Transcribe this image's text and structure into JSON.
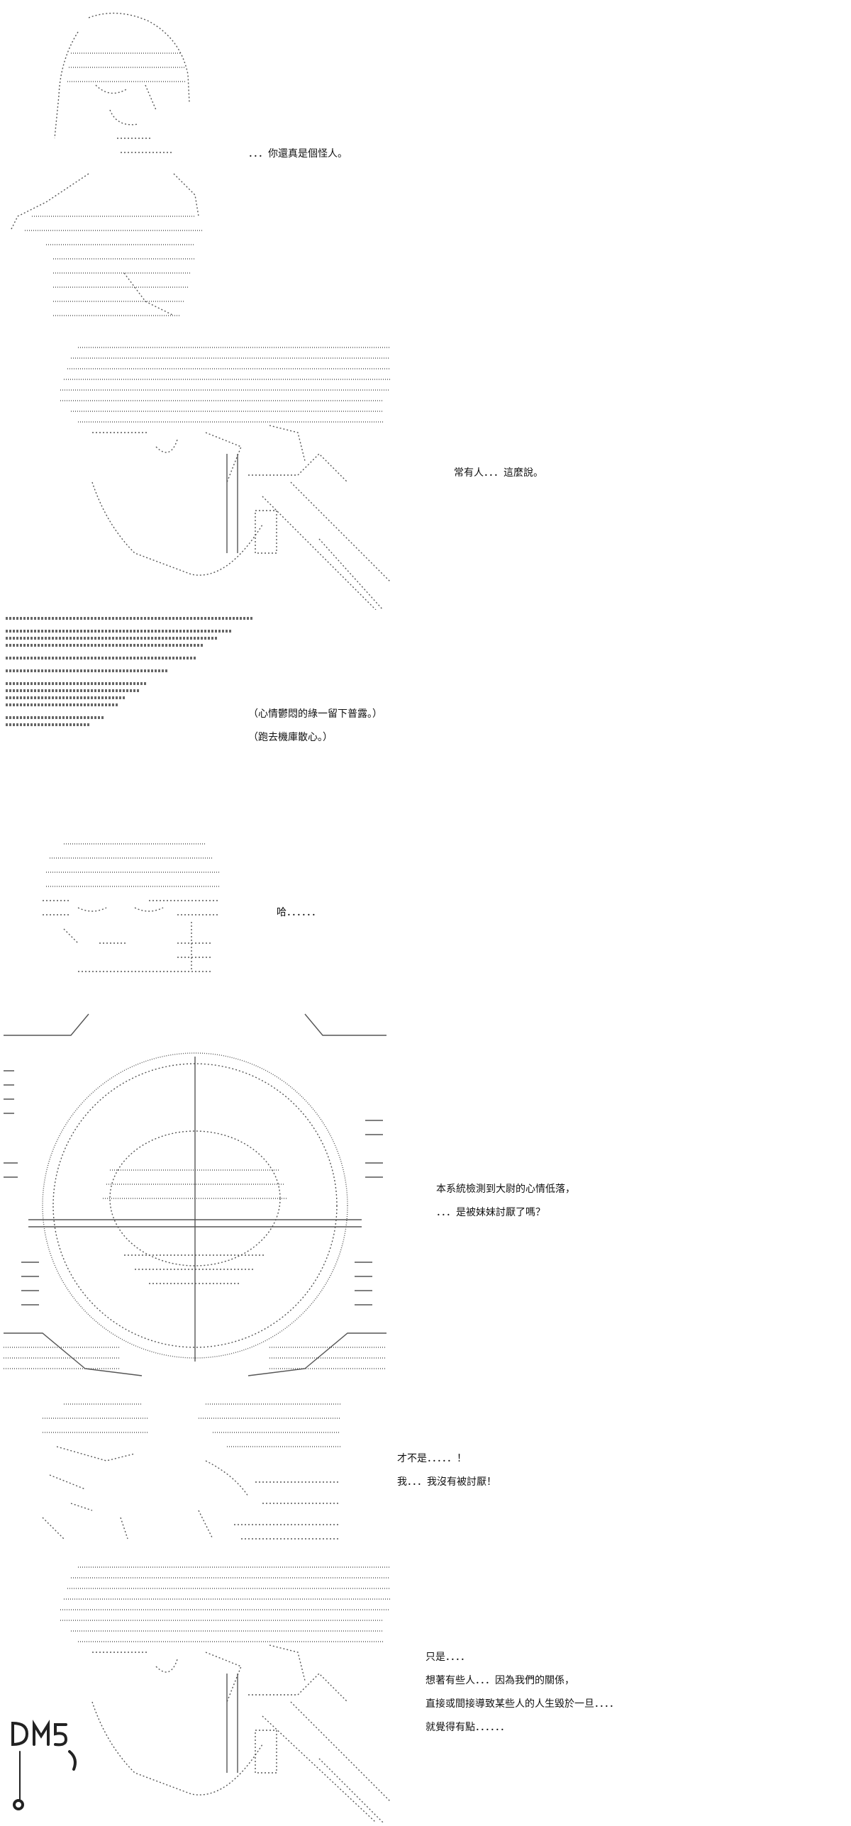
{
  "panels": [
    {
      "id": "p1",
      "dialog": [
        "．．．你還真是個怪人。"
      ]
    },
    {
      "id": "p2",
      "dialog": [
        "常有人．．．這麼說。"
      ]
    },
    {
      "id": "p3",
      "dialog": [
        "（心情鬱悶的綠一留下普露。）",
        "（跑去機庫散心。）"
      ]
    },
    {
      "id": "p4",
      "dialog": [
        "哈．．．．．．"
      ]
    },
    {
      "id": "p5",
      "dialog": [
        "本系統檢測到大尉的心情低落，",
        "．．．是被妹妹討厭了嗎？"
      ]
    },
    {
      "id": "p6",
      "dialog": [
        "才不是．．．．．！",
        "我．．．我沒有被討厭！"
      ]
    },
    {
      "id": "p7",
      "dialog": [
        "只是．．．．",
        "想著有些人．．．因為我們的關係，",
        "直接或間接導致某些人的人生毀於一旦．．．．",
        "就覺得有點．．．．．．"
      ]
    }
  ],
  "watermark": {
    "icon": "dm5-logo-icon",
    "color": "#222222"
  }
}
